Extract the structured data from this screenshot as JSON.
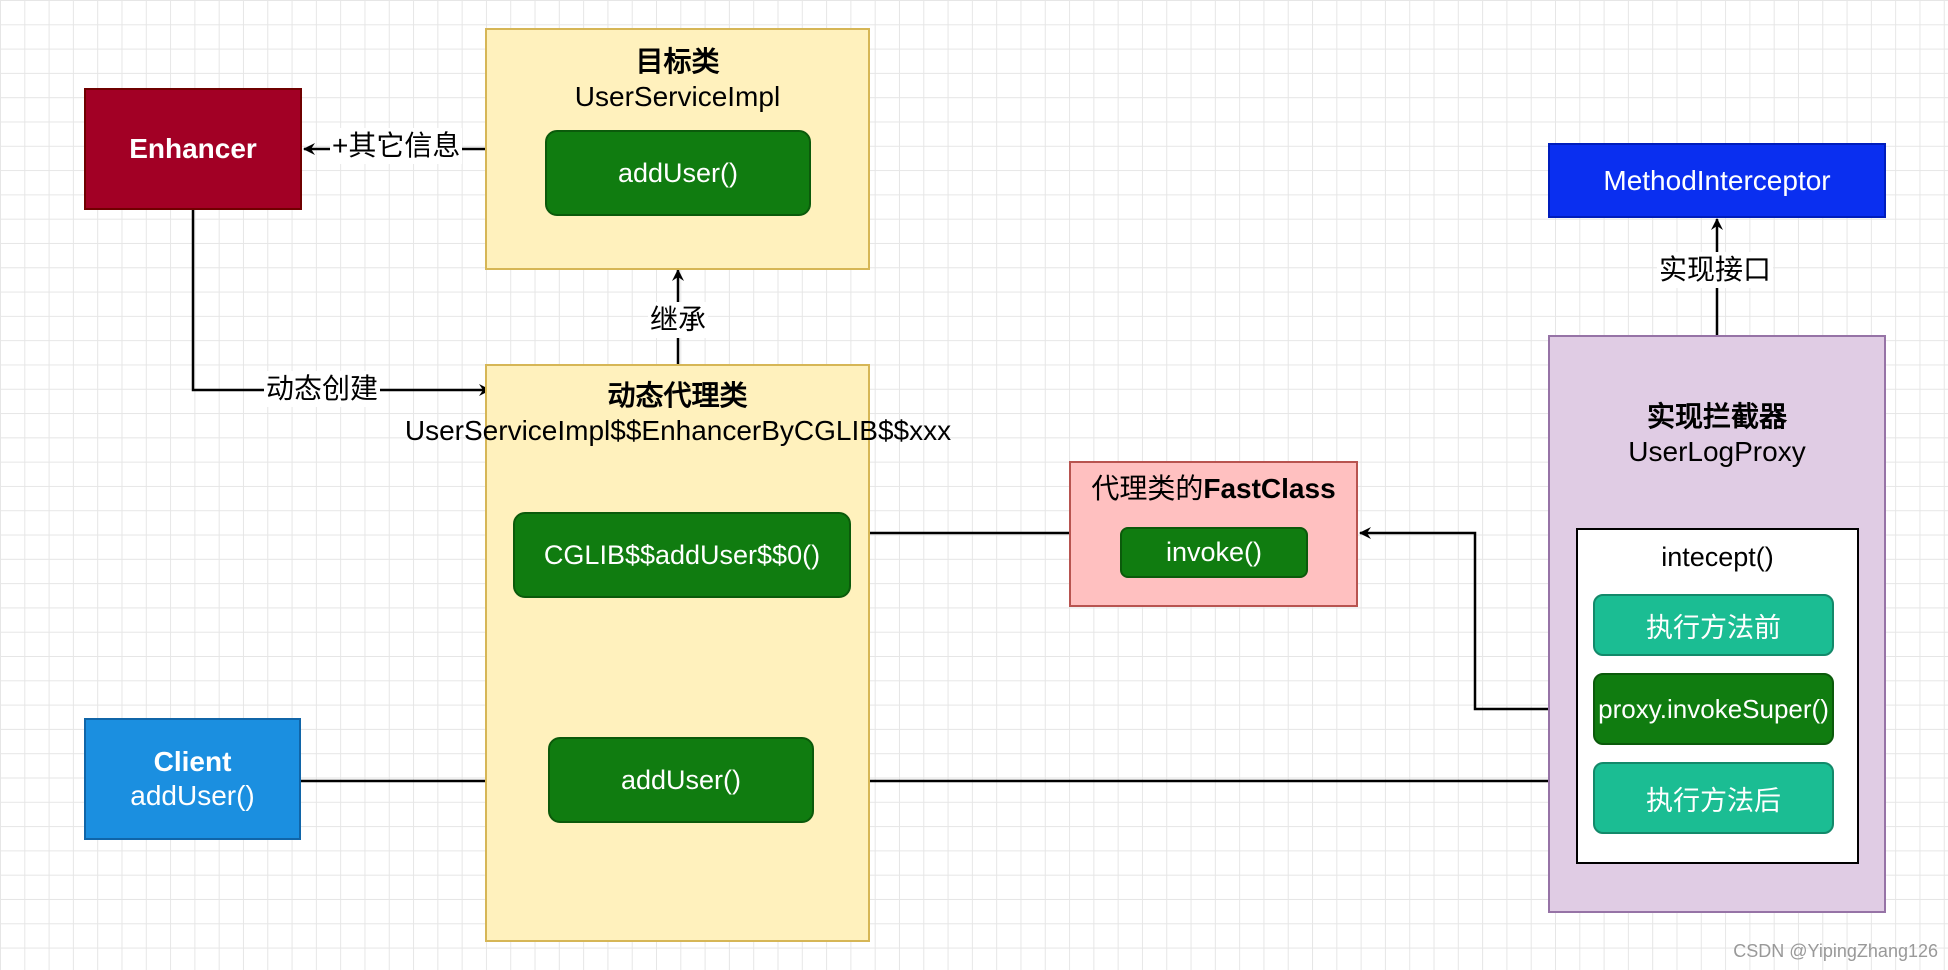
{
  "nodes": {
    "enhancer": {
      "label": "Enhancer",
      "fill": "#a20025"
    },
    "target": {
      "title": "目标类",
      "name": "UserServiceImpl",
      "method": "addUser()"
    },
    "proxy": {
      "title": "动态代理类",
      "name": "UserServiceImpl$$EnhancerByCGLIB$$xxx",
      "method_cglib": "CGLIB$$addUser$$0()",
      "method_add": "addUser()"
    },
    "fastclass": {
      "title_prefix": "代理类的",
      "title_bold": "FastClass",
      "method": "invoke()",
      "fill": "#ffc0c0"
    },
    "client": {
      "title": "Client",
      "method": "addUser()",
      "fill": "#1b8fe0"
    },
    "method_interceptor": {
      "label": "MethodInterceptor",
      "fill": "#0a2ff0"
    },
    "interceptor": {
      "title": "实现拦截器",
      "name": "UserLogProxy",
      "fill": "#e0cce4"
    },
    "intercept_box": {
      "title": "intecept()",
      "before": "执行方法前",
      "invoke_super": "proxy.invokeSuper()",
      "after": "执行方法后"
    }
  },
  "edges": {
    "other_info": "+其它信息",
    "inherit": "继承",
    "dynamic_create": "动态创建",
    "implement_interface": "实现接口"
  },
  "colors": {
    "green": "#107c10",
    "teal": "#1bbd93",
    "yellow": "#fff1bd",
    "grid": "#e6e6e6"
  },
  "watermark": "CSDN @YipingZhang126"
}
